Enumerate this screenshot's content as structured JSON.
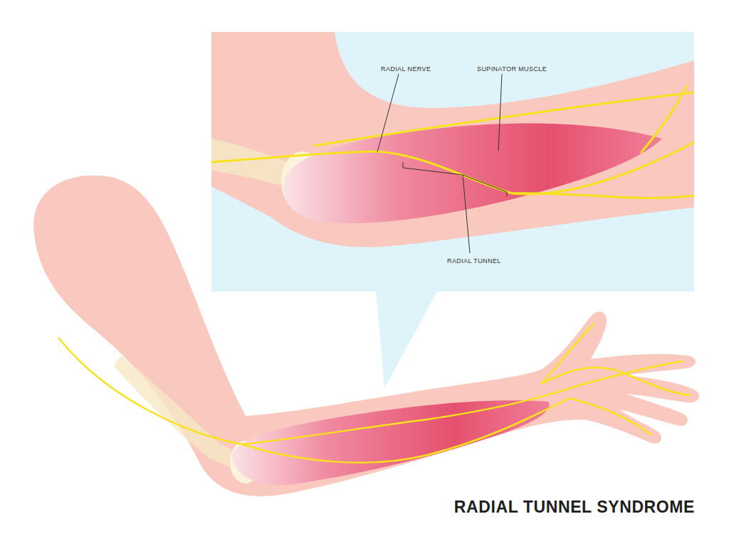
{
  "diagram": {
    "title": "RADIAL TUNNEL SYNDROME",
    "labels": [
      "RADIAL NERVE",
      "SUPINATOR MUSCLE",
      "RADIAL TUNNEL"
    ]
  }
}
